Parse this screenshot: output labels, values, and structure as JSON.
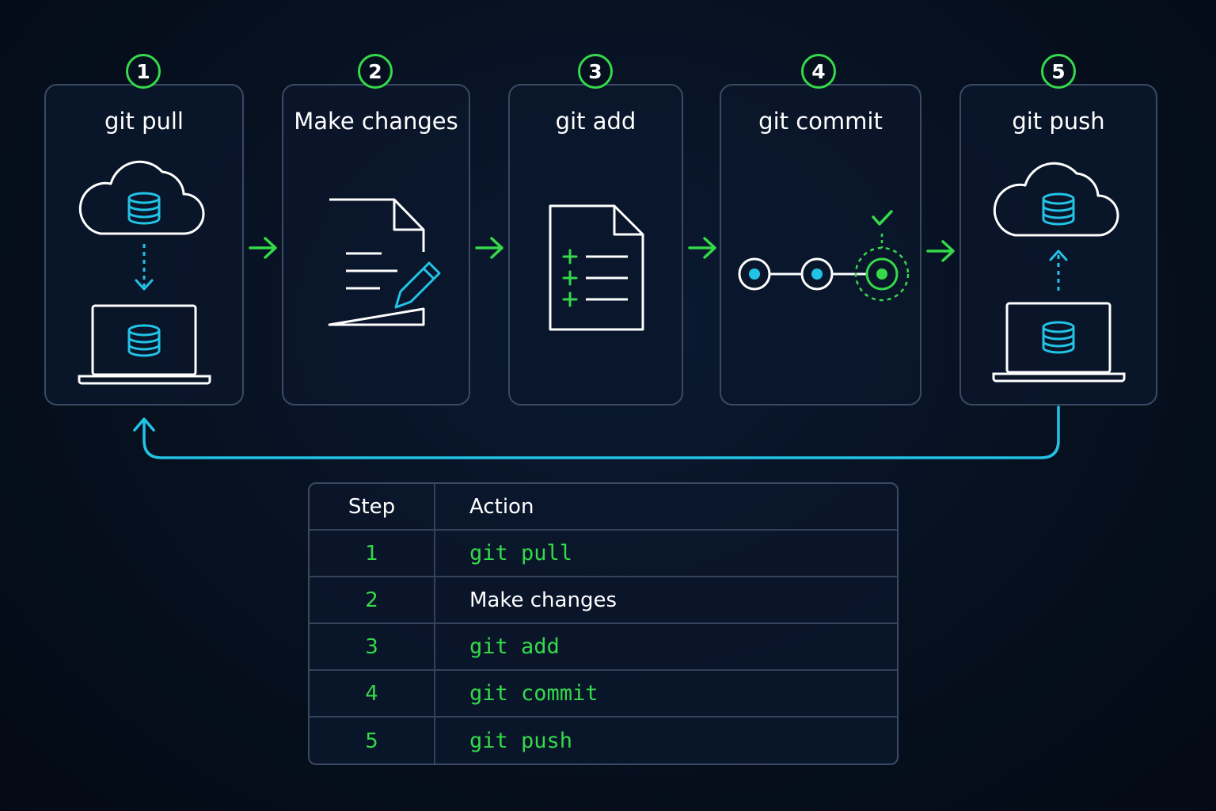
{
  "colors": {
    "background": "#06101f",
    "card_border": "#3a4a63",
    "accent_green": "#35d94a",
    "accent_cyan": "#22c3e6",
    "icon_stroke": "#ffffff"
  },
  "steps": [
    {
      "number": "1",
      "title": "git pull",
      "icons": [
        "cloud-database-icon",
        "down-arrow-icon",
        "laptop-database-icon"
      ]
    },
    {
      "number": "2",
      "title": "Make changes",
      "icons": [
        "document-edit-icon"
      ]
    },
    {
      "number": "3",
      "title": "git add",
      "icons": [
        "document-add-icon"
      ]
    },
    {
      "number": "4",
      "title": "git commit",
      "icons": [
        "commit-graph-icon",
        "check-icon"
      ]
    },
    {
      "number": "5",
      "title": "git push",
      "icons": [
        "cloud-database-icon",
        "up-arrow-icon",
        "laptop-database-icon"
      ]
    }
  ],
  "table": {
    "headers": {
      "step": "Step",
      "action": "Action"
    },
    "rows": [
      {
        "step": "1",
        "action": "git pull"
      },
      {
        "step": "2",
        "action": "Make changes"
      },
      {
        "step": "3",
        "action": "git add"
      },
      {
        "step": "4",
        "action": "git commit"
      },
      {
        "step": "5",
        "action": "git push"
      }
    ]
  }
}
